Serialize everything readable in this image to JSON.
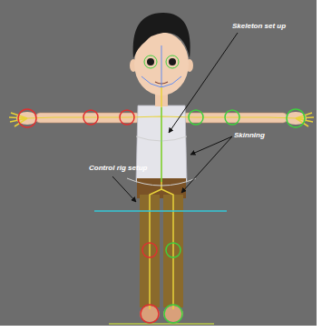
{
  "diagram": {
    "labels": [
      "Skeleton set up",
      "Skinning",
      "Control rig setup"
    ]
  }
}
